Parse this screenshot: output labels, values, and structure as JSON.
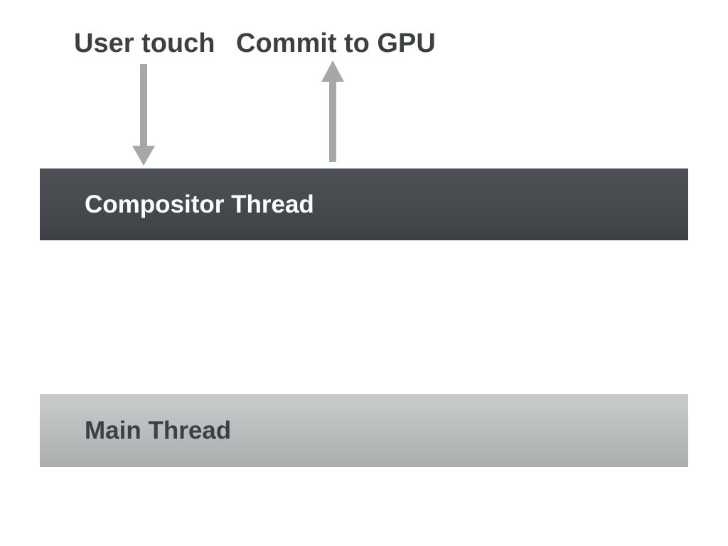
{
  "colors": {
    "background": "#ffffff",
    "label_text": "#3c4043",
    "arrow": "#a6a7a7",
    "compositor_bar_top": "#4e5257",
    "compositor_bar_bottom": "#3e4144",
    "compositor_text": "#ffffff",
    "main_bar_top": "#c8cccd",
    "main_bar_bottom": "#aaaeaf",
    "main_text": "#3c4043"
  },
  "annotations": {
    "user_touch": {
      "label": "User touch",
      "arrow_direction": "down"
    },
    "commit_to_gpu": {
      "label": "Commit to GPU",
      "arrow_direction": "up"
    }
  },
  "lanes": {
    "compositor": {
      "label": "Compositor Thread"
    },
    "main": {
      "label": "Main Thread"
    }
  }
}
